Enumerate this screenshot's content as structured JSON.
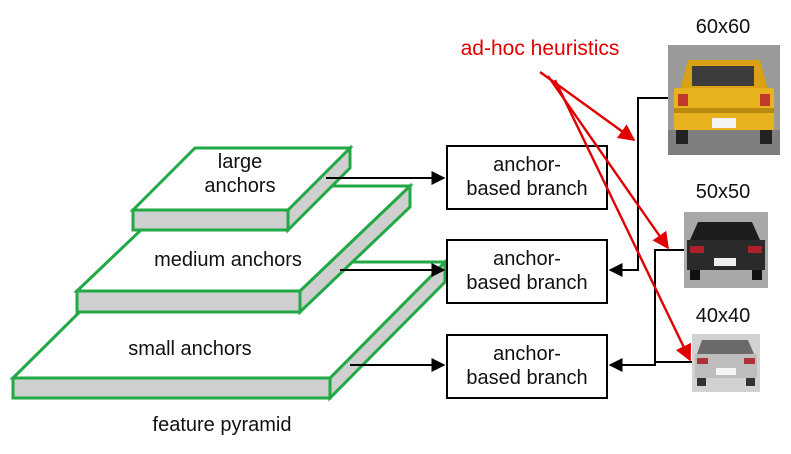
{
  "pyramid": {
    "layers": [
      {
        "label": "large\nanchors"
      },
      {
        "label": "medium anchors"
      },
      {
        "label": "small anchors"
      }
    ],
    "caption": "feature pyramid"
  },
  "branches": [
    {
      "label": "anchor-\nbased branch"
    },
    {
      "label": "anchor-\nbased branch"
    },
    {
      "label": "anchor-\nbased branch"
    }
  ],
  "heuristics_label": "ad-hoc heuristics",
  "images": [
    {
      "size_label": "60x60",
      "car_color": "#e8b21e"
    },
    {
      "size_label": "50x50",
      "car_color": "#2a2a2a"
    },
    {
      "size_label": "40x40",
      "car_color": "#bdbdbd"
    }
  ],
  "colors": {
    "layer_outline": "#22a845",
    "layer_side": "#cfcfcf",
    "heuristics": "#e00000"
  }
}
